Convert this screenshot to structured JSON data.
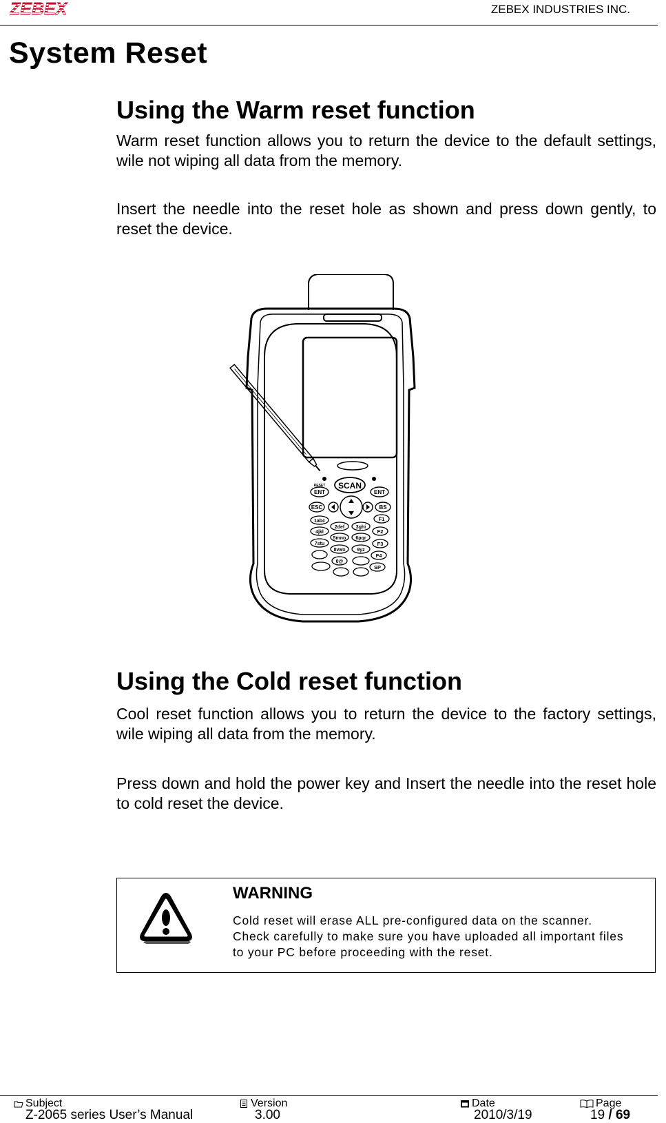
{
  "header": {
    "logo_text": "ZEBEX",
    "company": "ZEBEX INDUSTRIES INC."
  },
  "page_title": "System Reset",
  "warm": {
    "heading": "Using the Warm reset function",
    "para1": "Warm reset function allows you to return the device to the default settings, wile not wiping all data from the memory.",
    "para2": "Insert the needle into the reset hole as shown and press down gently, to reset the device."
  },
  "device": {
    "reset_label": "RESET",
    "scan": "SCAN",
    "keys": {
      "ent": "ENT",
      "esc": "ESC",
      "bs": "BS",
      "f1": "F1",
      "f2": "F2",
      "f3": "F3",
      "f4": "F4",
      "sp": "SP",
      "k1": "1abc",
      "k2": "2def",
      "k3": "3ghi",
      "k4": "4jkl",
      "k5": "5mno",
      "k6": "6pqr",
      "k7": "7stu",
      "k8": "8vwx",
      "k9": "9yz",
      "k0": "0@"
    }
  },
  "cold": {
    "heading": "Using the Cold reset function",
    "para1": "Cool reset function allows you to return the device to the factory settings, wile wiping all data from the memory.",
    "para2": "Press down and hold the power key and Insert the needle into the reset hole to cold reset the device."
  },
  "warning": {
    "title": "WARNING",
    "text": "Cold reset will erase ALL pre-configured data on the scanner. Check carefully to make sure you have uploaded all important files to your PC before proceeding with the reset."
  },
  "footer": {
    "subject_label": "Subject",
    "subject_value": "Z-2065 series User’s Manual",
    "version_label": "Version",
    "version_value": "3.00",
    "date_label": "Date",
    "date_value": "2010/3/19",
    "page_label": "Page",
    "page_current": "19",
    "page_sep": "/",
    "page_total": "69"
  },
  "colors": {
    "logo": "#c8102e",
    "text": "#000000"
  }
}
